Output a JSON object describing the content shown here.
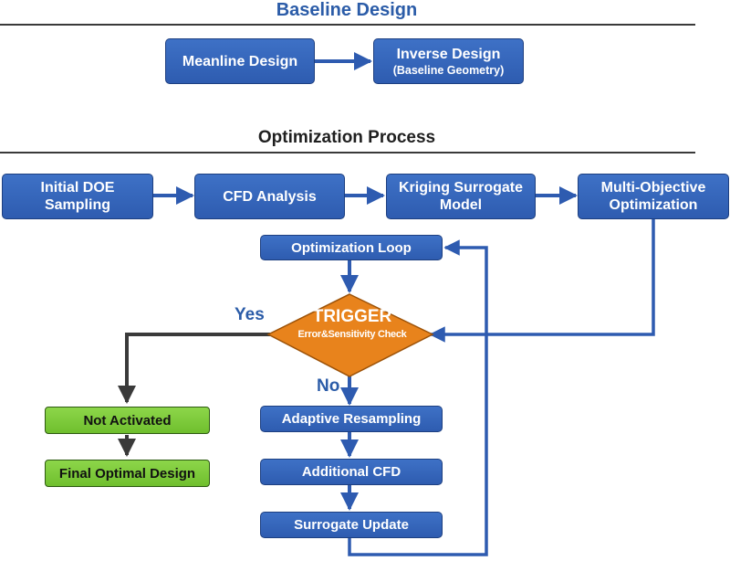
{
  "baseline": {
    "title": "Baseline Design",
    "meanline": "Meanline Design",
    "inverse_title": "Inverse Design",
    "inverse_sub": "(Baseline Geometry)"
  },
  "optimization": {
    "title": "Optimization Process",
    "initial_doe_line1": "Initial DOE",
    "initial_doe_line2": "Sampling",
    "cfd_analysis": "CFD Analysis",
    "kriging_line1": "Kriging Surrogate",
    "kriging_line2": "Model",
    "multi_obj_line1": "Multi-Objective",
    "multi_obj_line2": "Optimization",
    "loop": "Optimization Loop",
    "trigger_title": "TRIGGER",
    "trigger_sub": "Error&Sensitivity Check",
    "yes_label": "Yes",
    "no_label": "No",
    "not_activated": "Not Activated",
    "final_design": "Final Optimal Design",
    "adaptive_resampling": "Adaptive Resampling",
    "additional_cfd": "Additional CFD",
    "surrogate_update": "Surrogate Update"
  },
  "colors": {
    "box_blue": "#3466bb",
    "arrow_blue": "#2e5bb0",
    "diamond_orange": "#e8831c",
    "green": "#7ccb3a",
    "yes_path": "#3a3a3a"
  }
}
